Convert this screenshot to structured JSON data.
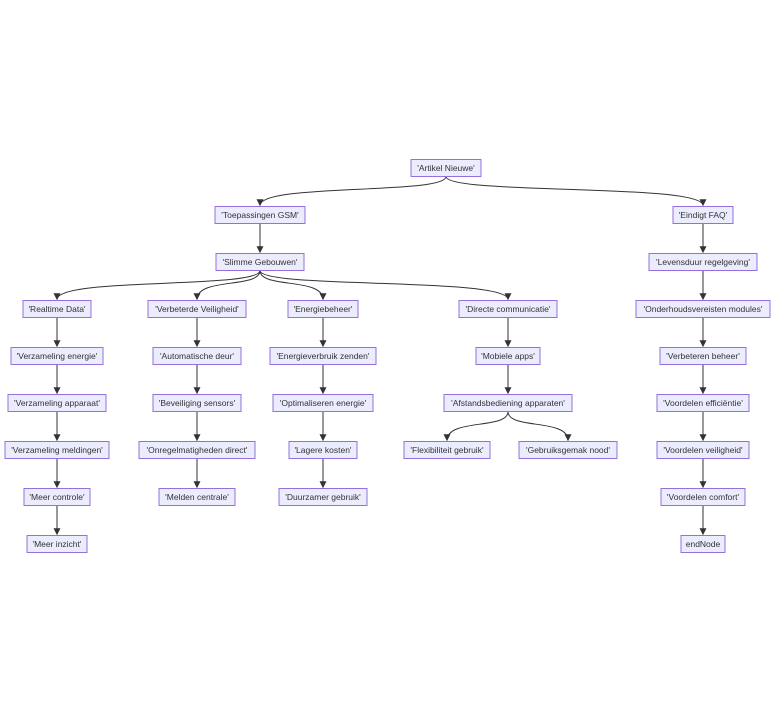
{
  "diagram": {
    "type": "flowchart",
    "colors": {
      "node_fill": "#ECECFF",
      "node_border": "#9370DB",
      "edge": "#333333",
      "text": "#333333"
    },
    "nodes": [
      {
        "id": "n1",
        "label": "'Artikel Nieuwe'"
      },
      {
        "id": "n2",
        "label": "'Toepassingen GSM'"
      },
      {
        "id": "n3",
        "label": "'Eindigt FAQ'"
      },
      {
        "id": "n4",
        "label": "'Slimme Gebouwen'"
      },
      {
        "id": "n5",
        "label": "'Levensduur regelgeving'"
      },
      {
        "id": "n6",
        "label": "'Realtime Data'"
      },
      {
        "id": "n7",
        "label": "'Verbeterde Veiligheid'"
      },
      {
        "id": "n8",
        "label": "'Energiebeheer'"
      },
      {
        "id": "n9",
        "label": "'Directe communicatie'"
      },
      {
        "id": "n10",
        "label": "'Onderhoudsvereisten modules'"
      },
      {
        "id": "n11",
        "label": "'Verzameling energie'"
      },
      {
        "id": "n12",
        "label": "'Automatische deur'"
      },
      {
        "id": "n13",
        "label": "'Energieverbruik zenden'"
      },
      {
        "id": "n14",
        "label": "'Mobiele apps'"
      },
      {
        "id": "n15",
        "label": "'Verbeteren beheer'"
      },
      {
        "id": "n16",
        "label": "'Verzameling apparaat'"
      },
      {
        "id": "n17",
        "label": "'Beveiliging sensors'"
      },
      {
        "id": "n18",
        "label": "'Optimaliseren energie'"
      },
      {
        "id": "n19",
        "label": "'Afstandsbediening apparaten'"
      },
      {
        "id": "n20",
        "label": "'Voordelen efficiëntie'"
      },
      {
        "id": "n21",
        "label": "'Verzameling meldingen'"
      },
      {
        "id": "n22",
        "label": "'Onregelmatigheden direct'"
      },
      {
        "id": "n23",
        "label": "'Lagere kosten'"
      },
      {
        "id": "n24",
        "label": "'Flexibiliteit gebruik'"
      },
      {
        "id": "n25",
        "label": "'Gebruiksgemak nood'"
      },
      {
        "id": "n26",
        "label": "'Voordelen veiligheid'"
      },
      {
        "id": "n27",
        "label": "'Meer controle'"
      },
      {
        "id": "n28",
        "label": "'Melden centrale'"
      },
      {
        "id": "n29",
        "label": "'Duurzamer gebruik'"
      },
      {
        "id": "n30",
        "label": "'Voordelen comfort'"
      },
      {
        "id": "n31",
        "label": "'Meer inzicht'"
      },
      {
        "id": "n32",
        "label": "endNode"
      }
    ],
    "edges": [
      [
        "n1",
        "n2"
      ],
      [
        "n1",
        "n3"
      ],
      [
        "n2",
        "n4"
      ],
      [
        "n4",
        "n6"
      ],
      [
        "n4",
        "n7"
      ],
      [
        "n4",
        "n8"
      ],
      [
        "n4",
        "n9"
      ],
      [
        "n6",
        "n11"
      ],
      [
        "n11",
        "n16"
      ],
      [
        "n16",
        "n21"
      ],
      [
        "n21",
        "n27"
      ],
      [
        "n27",
        "n31"
      ],
      [
        "n7",
        "n12"
      ],
      [
        "n12",
        "n17"
      ],
      [
        "n17",
        "n22"
      ],
      [
        "n22",
        "n28"
      ],
      [
        "n8",
        "n13"
      ],
      [
        "n13",
        "n18"
      ],
      [
        "n18",
        "n23"
      ],
      [
        "n23",
        "n29"
      ],
      [
        "n9",
        "n14"
      ],
      [
        "n14",
        "n19"
      ],
      [
        "n19",
        "n24"
      ],
      [
        "n19",
        "n25"
      ],
      [
        "n3",
        "n5"
      ],
      [
        "n5",
        "n10"
      ],
      [
        "n10",
        "n15"
      ],
      [
        "n15",
        "n20"
      ],
      [
        "n20",
        "n26"
      ],
      [
        "n26",
        "n30"
      ],
      [
        "n30",
        "n32"
      ]
    ]
  }
}
